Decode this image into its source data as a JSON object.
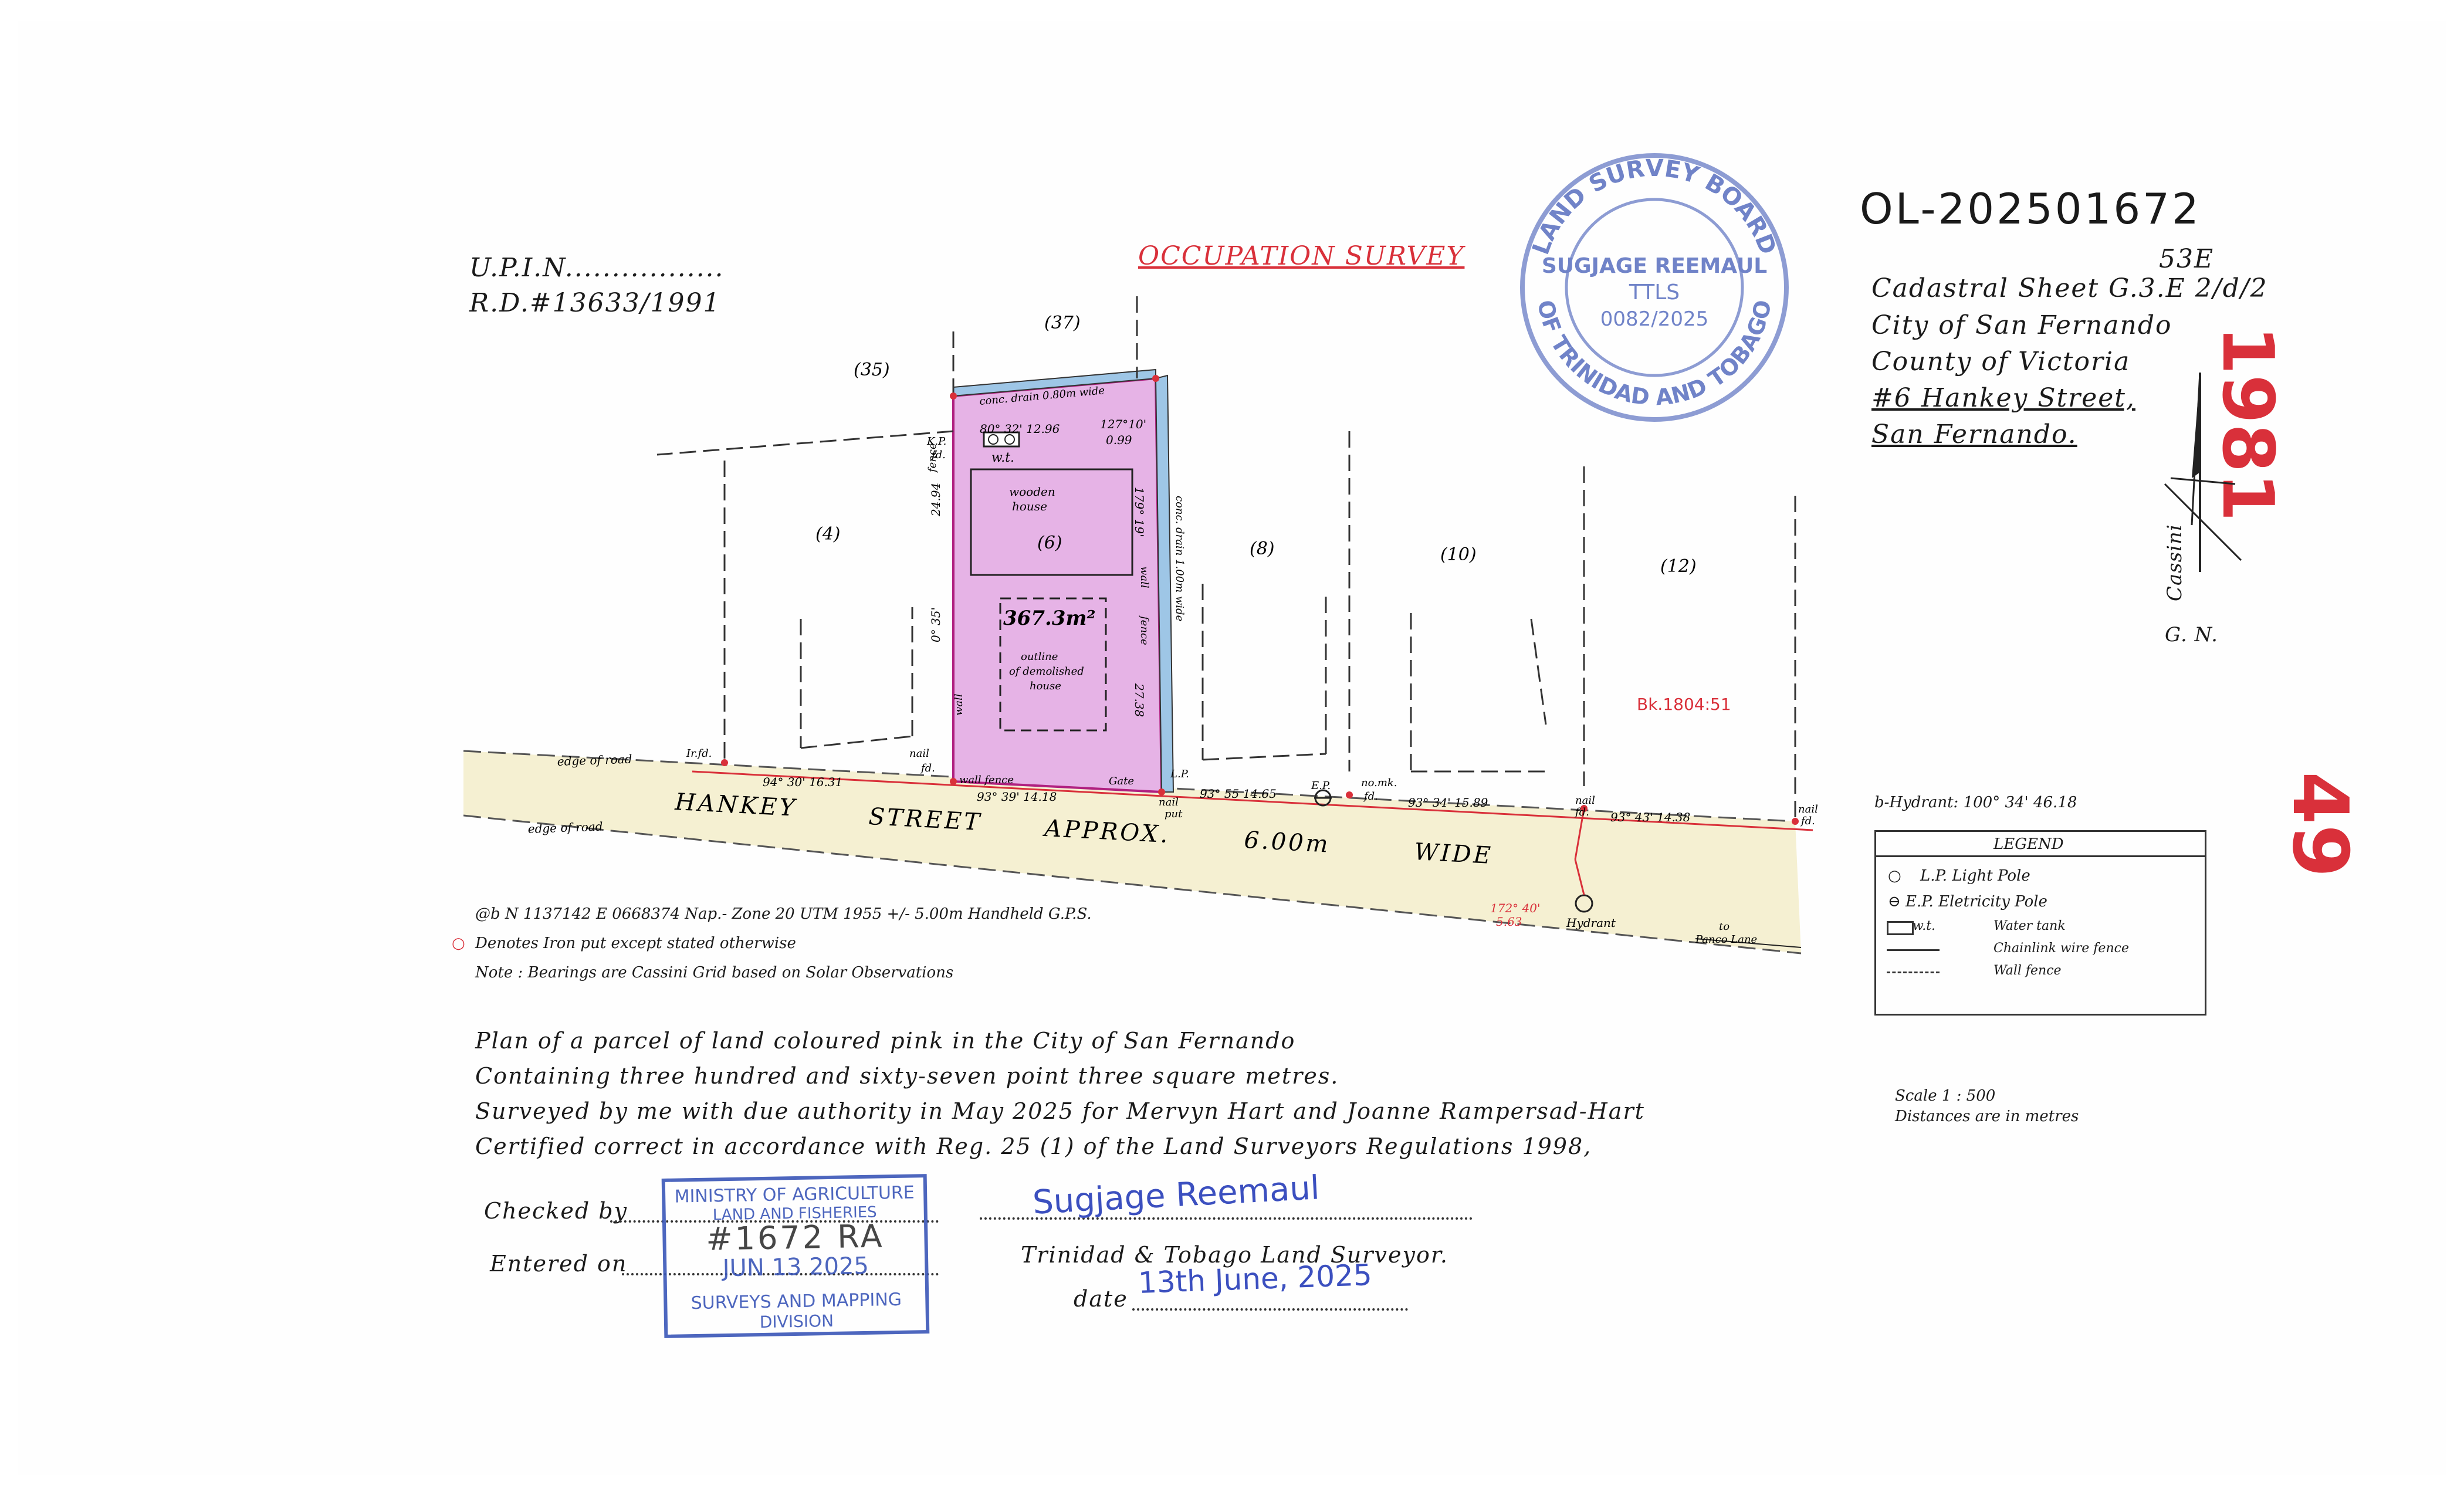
{
  "header": {
    "upin_label": "U.P.I.N.................",
    "rd_number": "R.D.#13633/1991",
    "survey_title": "OCCUPATION SURVEY",
    "file_number": "OL-202501672",
    "sheet_fraction_top": "53E",
    "cadastral_sheet": "Cadastral Sheet G.3.E 2/d/2",
    "city": "City of San Fernando",
    "county": "County of Victoria",
    "address_line1": "#6 Hankey Street,",
    "address_line2": "San Fernando.",
    "side_number_top": "1981",
    "side_number_bottom": "49"
  },
  "north": {
    "cassini": "Cassini",
    "gn": "G. N."
  },
  "stamp_round": {
    "outer_top": "LAND SURVEY BOARD",
    "outer_bottom": "OF TRINIDAD AND TOBAGO",
    "name": "SUGJAGE REEMAUL",
    "title": "TTLS",
    "number": "0082/2025"
  },
  "plan": {
    "lot_labels": [
      "(35)",
      "(37)",
      "(4)",
      "(6)",
      "(8)",
      "(10)",
      "(12)"
    ],
    "area": "367.3m²",
    "book_ref": "Bk.1804:51",
    "street_words": [
      "HANKEY",
      "STREET",
      "APPROX.",
      "6.00m",
      "WIDE"
    ],
    "edge_of_road": "edge of road",
    "features": {
      "drain_top": "conc. drain 0.80m wide",
      "drain_side": "conc. drain 1.00m wide",
      "wooden_house": [
        "wooden",
        "house"
      ],
      "demolished": [
        "outline",
        "of demolished",
        "house"
      ],
      "wt": "w.t.",
      "wall_fence": "wall fence",
      "gate": "Gate",
      "kp_fd": [
        "K.P.",
        "fd."
      ],
      "ir_fd": "Ir.fd.",
      "nail_fd": [
        "nail",
        "fd."
      ],
      "nail_put": [
        "nail",
        "put"
      ],
      "lp": "L.P.",
      "ep": "E.P.",
      "no_mk": [
        "no.mk.",
        "fd."
      ],
      "hydrant": "Hydrant",
      "to_panco": [
        "to",
        "Panco Lane"
      ]
    },
    "bearings": {
      "top": "80° 32' 12.96",
      "top_angle": "127°10'",
      "top_small": "0.99",
      "left_side": "24.94",
      "left_bearing": "0° 35'",
      "right_side": "179° 19'",
      "right_len": "27.38",
      "road1": "94° 30' 16.31",
      "road2": "93° 39' 14.18",
      "road3": "93° 55 14.65",
      "road4": "93° 34' 15.89",
      "road5": "93° 43' 14.38",
      "hydrant_bearing": "172° 40'",
      "hydrant_dist": "5.63",
      "b_hydrant": "b-Hydrant: 100° 34' 46.18"
    },
    "wall_label": "wall",
    "fence_label": "fence"
  },
  "notes": {
    "gps": "@b N 1137142 E 0668374 Nap.- Zone 20 UTM 1955 +/- 5.00m Handheld G.P.S.",
    "iron": "Denotes Iron put except stated otherwise",
    "bearings_note": "Note : Bearings are Cassini Grid based on Solar Observations"
  },
  "legend": {
    "title": "LEGEND",
    "items": [
      "L.P. Light Pole",
      "E.P. Eletricity Pole",
      "Water tank",
      "Chainlink wire fence",
      "Wall fence"
    ],
    "wt_symbol": "w.t."
  },
  "description": {
    "line1": "Plan of a parcel of land coloured pink in the City of San Fernando",
    "line2": "Containing three hundred and sixty-seven   point three square metres.",
    "line3": "Surveyed by me with due authority in May 2025 for Mervyn Hart and Joanne Rampersad-Hart",
    "line4": "Certified correct in accordance with Reg. 25 (1) of the Land Surveyors Regulations 1998,"
  },
  "scale": {
    "line1": "Scale 1 : 500",
    "line2": "Distances are in metres"
  },
  "signoff": {
    "checked_by": "Checked by",
    "entered_on": "Entered on",
    "surveyor_title": "Trinidad & Tobago Land Surveyor.",
    "date_label": "date",
    "signature": "Sugjage Reemaul",
    "date_hand": "13th June, 2025"
  },
  "stamp_rect": {
    "line1": "MINISTRY OF AGRICULTURE",
    "line2": "LAND AND FISHERIES",
    "received_no": "#1672 RA",
    "date": "JUN 13 2025",
    "line4": "SURVEYS AND MAPPING",
    "line5": "DIVISION"
  },
  "colors": {
    "parcel": "#e6b3e6",
    "road": "#f5f0d2",
    "drain": "#9ec6e6",
    "red_ink": "#d9303a",
    "stamp_blue": "#3a56b8"
  }
}
